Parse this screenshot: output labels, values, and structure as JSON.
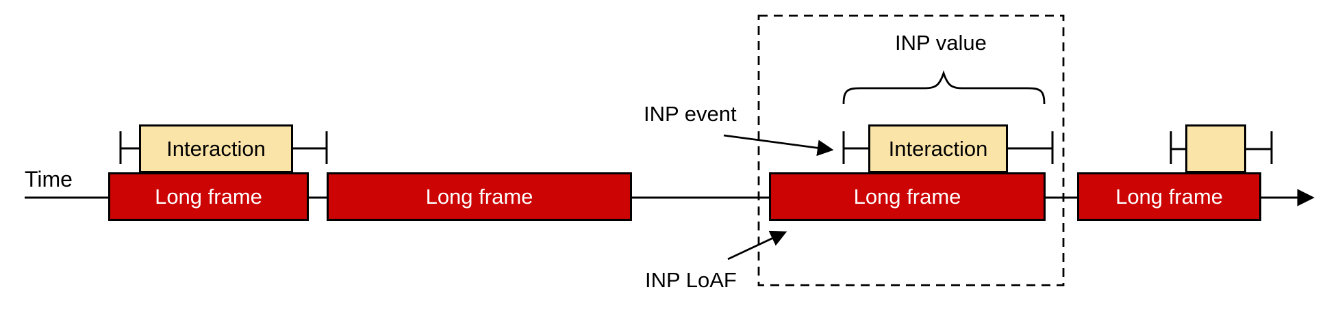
{
  "diagram": {
    "time_label": "Time",
    "frames": [
      {
        "label": "Long frame"
      },
      {
        "label": "Long frame"
      },
      {
        "label": "Long frame"
      },
      {
        "label": "Long frame"
      }
    ],
    "interactions": [
      {
        "label": "Interaction"
      },
      {
        "label": "Interaction"
      },
      {
        "label": ""
      }
    ],
    "annotations": {
      "inp_event": "INP event",
      "inp_value": "INP value",
      "inp_loaf": "INP LoAF"
    },
    "colors": {
      "long_frame_fill": "#cc0404",
      "long_frame_text": "#ffffff",
      "interaction_fill": "#fae4a8",
      "interaction_text": "#000000",
      "line": "#000000",
      "background": "#ffffff"
    }
  }
}
